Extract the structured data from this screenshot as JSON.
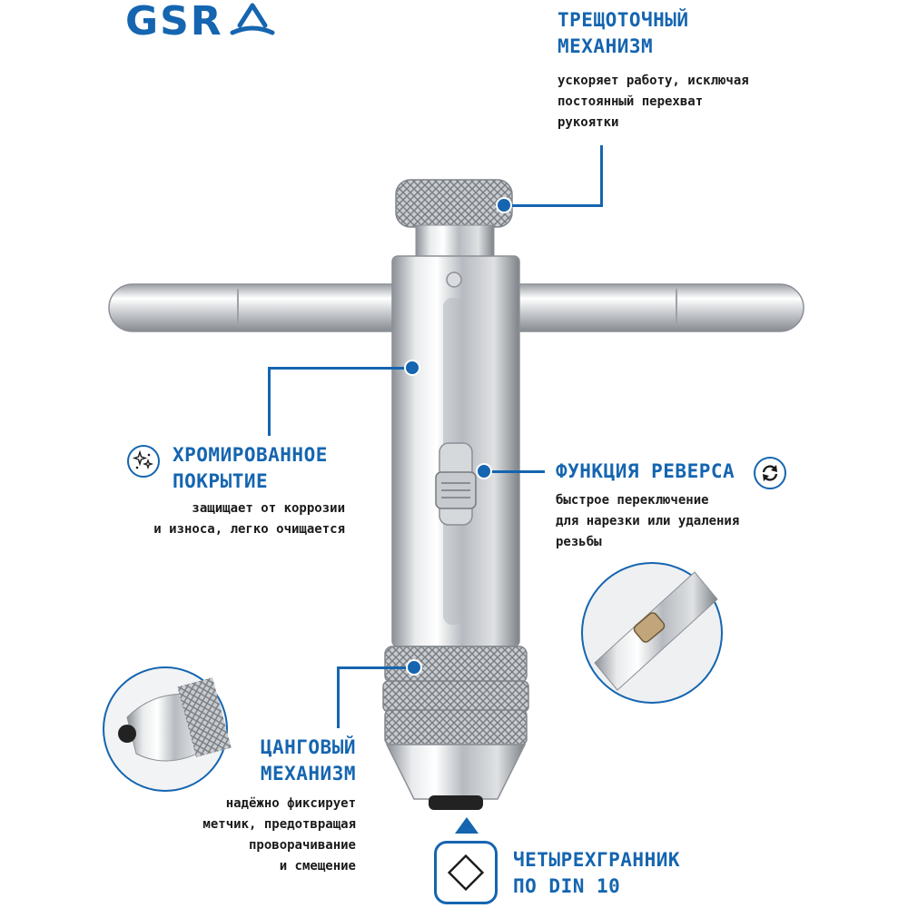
{
  "brand": {
    "logo_text": "GSR",
    "color": "#1565b0"
  },
  "features": {
    "ratchet": {
      "title": "ТРЕЩОТОЧНЫЙ\nМЕХАНИЗМ",
      "desc": "ускоряет работу, исключая\nпостоянный перехват\nрукоятки"
    },
    "chrome": {
      "title": "ХРОМИРОВАННОЕ\nПОКРЫТИЕ",
      "desc": "защищает от коррозии\nи износа, легко очищается",
      "icon": "sparkle-icon"
    },
    "reverse": {
      "title": "ФУНКЦИЯ РЕВЕРСА",
      "desc": "быстрое переключение\nдля нарезки или удаления\nрезьбы",
      "icon": "reverse-arrows-icon"
    },
    "collet": {
      "title": "ЦАНГОВЫЙ\nМЕХАНИЗМ",
      "desc": "надёжно фиксирует\nметчик, предотвращая\nпроворачивание\nи смещение"
    },
    "square": {
      "title": "ЧЕТЫРЕХГРАННИК\nПО DIN 10",
      "icon": "square-drive-icon"
    }
  }
}
